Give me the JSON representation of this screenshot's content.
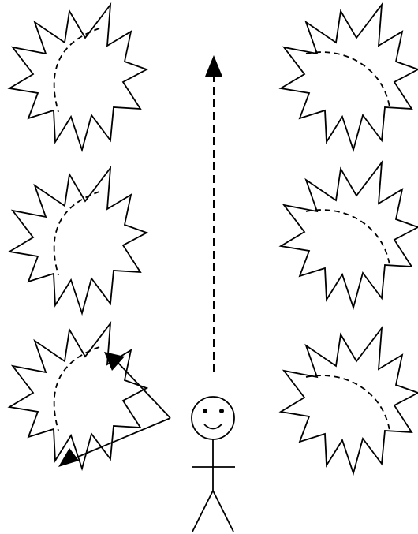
{
  "diagram": {
    "colors": {
      "stroke": "#000000",
      "background": "#ffffff"
    },
    "elements": {
      "left_column": [
        "starburst-shape",
        "starburst-shape",
        "starburst-shape"
      ],
      "right_column": [
        "starburst-shape",
        "starburst-shape",
        "starburst-shape"
      ],
      "center": [
        "dashed-vertical-arrow",
        "stick-figure"
      ],
      "bottom_left": [
        "triangular-path-arrows"
      ]
    }
  }
}
